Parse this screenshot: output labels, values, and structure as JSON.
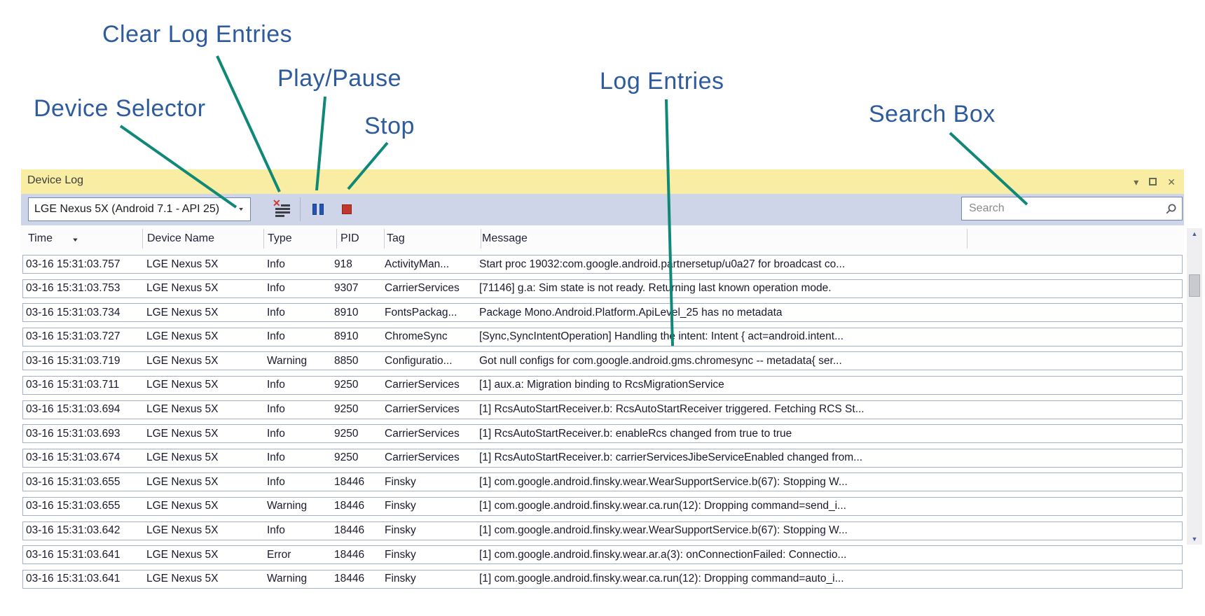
{
  "annotations": {
    "clear_log": "Clear Log Entries",
    "play_pause": "Play/Pause",
    "stop": "Stop",
    "device_selector": "Device Selector",
    "log_entries": "Log Entries",
    "search_box": "Search Box"
  },
  "window": {
    "title": "Device Log"
  },
  "toolbar": {
    "device_selector_value": "LGE Nexus 5X (Android 7.1 - API 25)",
    "search_placeholder": "Search"
  },
  "icons": {
    "titlebar_chevron": "▾",
    "titlebar_close": "✕",
    "dropdown_chevron": "▼",
    "sort_desc": "▼",
    "clear_x": "✕",
    "scroll_up": "▲",
    "scroll_down": "▼",
    "search": "magnifier",
    "play_pause": "pause-bars",
    "stop": "red-square",
    "clear_log": "list-with-red-x"
  },
  "colors": {
    "annotation_text": "#2E5B9E",
    "annotation_line": "#0F8878",
    "titlebar_bg": "#F8EDA2",
    "toolbar_bg": "#CED5E8",
    "pause_blue": "#2157B4",
    "stop_red": "#C0382B",
    "row_border": "#A4AFCC"
  },
  "table": {
    "columns": [
      "Time",
      "Device Name",
      "Type",
      "PID",
      "Tag",
      "Message"
    ],
    "rows": [
      {
        "time": "03-16 15:31:03.757",
        "device": "LGE Nexus 5X",
        "type": "Info",
        "pid": "918",
        "tag": "ActivityMan...",
        "message": "Start proc 19032:com.google.android.partnersetup/u0a27 for broadcast co..."
      },
      {
        "time": "03-16 15:31:03.753",
        "device": "LGE Nexus 5X",
        "type": "Info",
        "pid": "9307",
        "tag": "CarrierServices",
        "message": "[71146] g.a: Sim state is not ready. Returning last known operation mode."
      },
      {
        "time": "03-16 15:31:03.734",
        "device": "LGE Nexus 5X",
        "type": "Info",
        "pid": "8910",
        "tag": "FontsPackag...",
        "message": "Package Mono.Android.Platform.ApiLevel_25 has no metadata"
      },
      {
        "time": "03-16 15:31:03.727",
        "device": "LGE Nexus 5X",
        "type": "Info",
        "pid": "8910",
        "tag": "ChromeSync",
        "message": "[Sync,SyncIntentOperation] Handling the intent: Intent { act=android.intent..."
      },
      {
        "time": "03-16 15:31:03.719",
        "device": "LGE Nexus 5X",
        "type": "Warning",
        "pid": "8850",
        "tag": "Configuratio...",
        "message": "Got null configs for com.google.android.gms.chromesync -- metadata{ ser..."
      },
      {
        "time": "03-16 15:31:03.711",
        "device": "LGE Nexus 5X",
        "type": "Info",
        "pid": "9250",
        "tag": "CarrierServices",
        "message": "[1] aux.a: Migration binding to RcsMigrationService"
      },
      {
        "time": "03-16 15:31:03.694",
        "device": "LGE Nexus 5X",
        "type": "Info",
        "pid": "9250",
        "tag": "CarrierServices",
        "message": "[1] RcsAutoStartReceiver.b: RcsAutoStartReceiver triggered. Fetching RCS St..."
      },
      {
        "time": "03-16 15:31:03.693",
        "device": "LGE Nexus 5X",
        "type": "Info",
        "pid": "9250",
        "tag": "CarrierServices",
        "message": "[1] RcsAutoStartReceiver.b: enableRcs changed from true to true"
      },
      {
        "time": "03-16 15:31:03.674",
        "device": "LGE Nexus 5X",
        "type": "Info",
        "pid": "9250",
        "tag": "CarrierServices",
        "message": "[1] RcsAutoStartReceiver.b: carrierServicesJibeServiceEnabled changed from..."
      },
      {
        "time": "03-16 15:31:03.655",
        "device": "LGE Nexus 5X",
        "type": "Info",
        "pid": "18446",
        "tag": "Finsky",
        "message": "[1] com.google.android.finsky.wear.WearSupportService.b(67): Stopping W..."
      },
      {
        "time": "03-16 15:31:03.655",
        "device": "LGE Nexus 5X",
        "type": "Warning",
        "pid": "18446",
        "tag": "Finsky",
        "message": "[1] com.google.android.finsky.wear.ca.run(12): Dropping command=send_i..."
      },
      {
        "time": "03-16 15:31:03.642",
        "device": "LGE Nexus 5X",
        "type": "Info",
        "pid": "18446",
        "tag": "Finsky",
        "message": "[1] com.google.android.finsky.wear.WearSupportService.b(67): Stopping W..."
      },
      {
        "time": "03-16 15:31:03.641",
        "device": "LGE Nexus 5X",
        "type": "Error",
        "pid": "18446",
        "tag": "Finsky",
        "message": "[1] com.google.android.finsky.wear.ar.a(3): onConnectionFailed: Connectio..."
      },
      {
        "time": "03-16 15:31:03.641",
        "device": "LGE Nexus 5X",
        "type": "Warning",
        "pid": "18446",
        "tag": "Finsky",
        "message": "[1] com.google.android.finsky.wear.ca.run(12): Dropping command=auto_i..."
      }
    ]
  }
}
